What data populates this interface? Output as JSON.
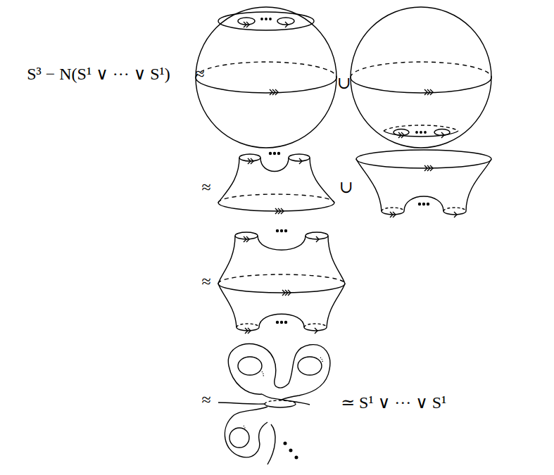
{
  "diagram": {
    "labels": [
      "S³ − N(S¹ ∨ ··· ∨ S¹)",
      "≈",
      "∪",
      "≈",
      "∪",
      "≈",
      "≈",
      "≃ S¹ ∨ ··· ∨ S¹"
    ]
  }
}
